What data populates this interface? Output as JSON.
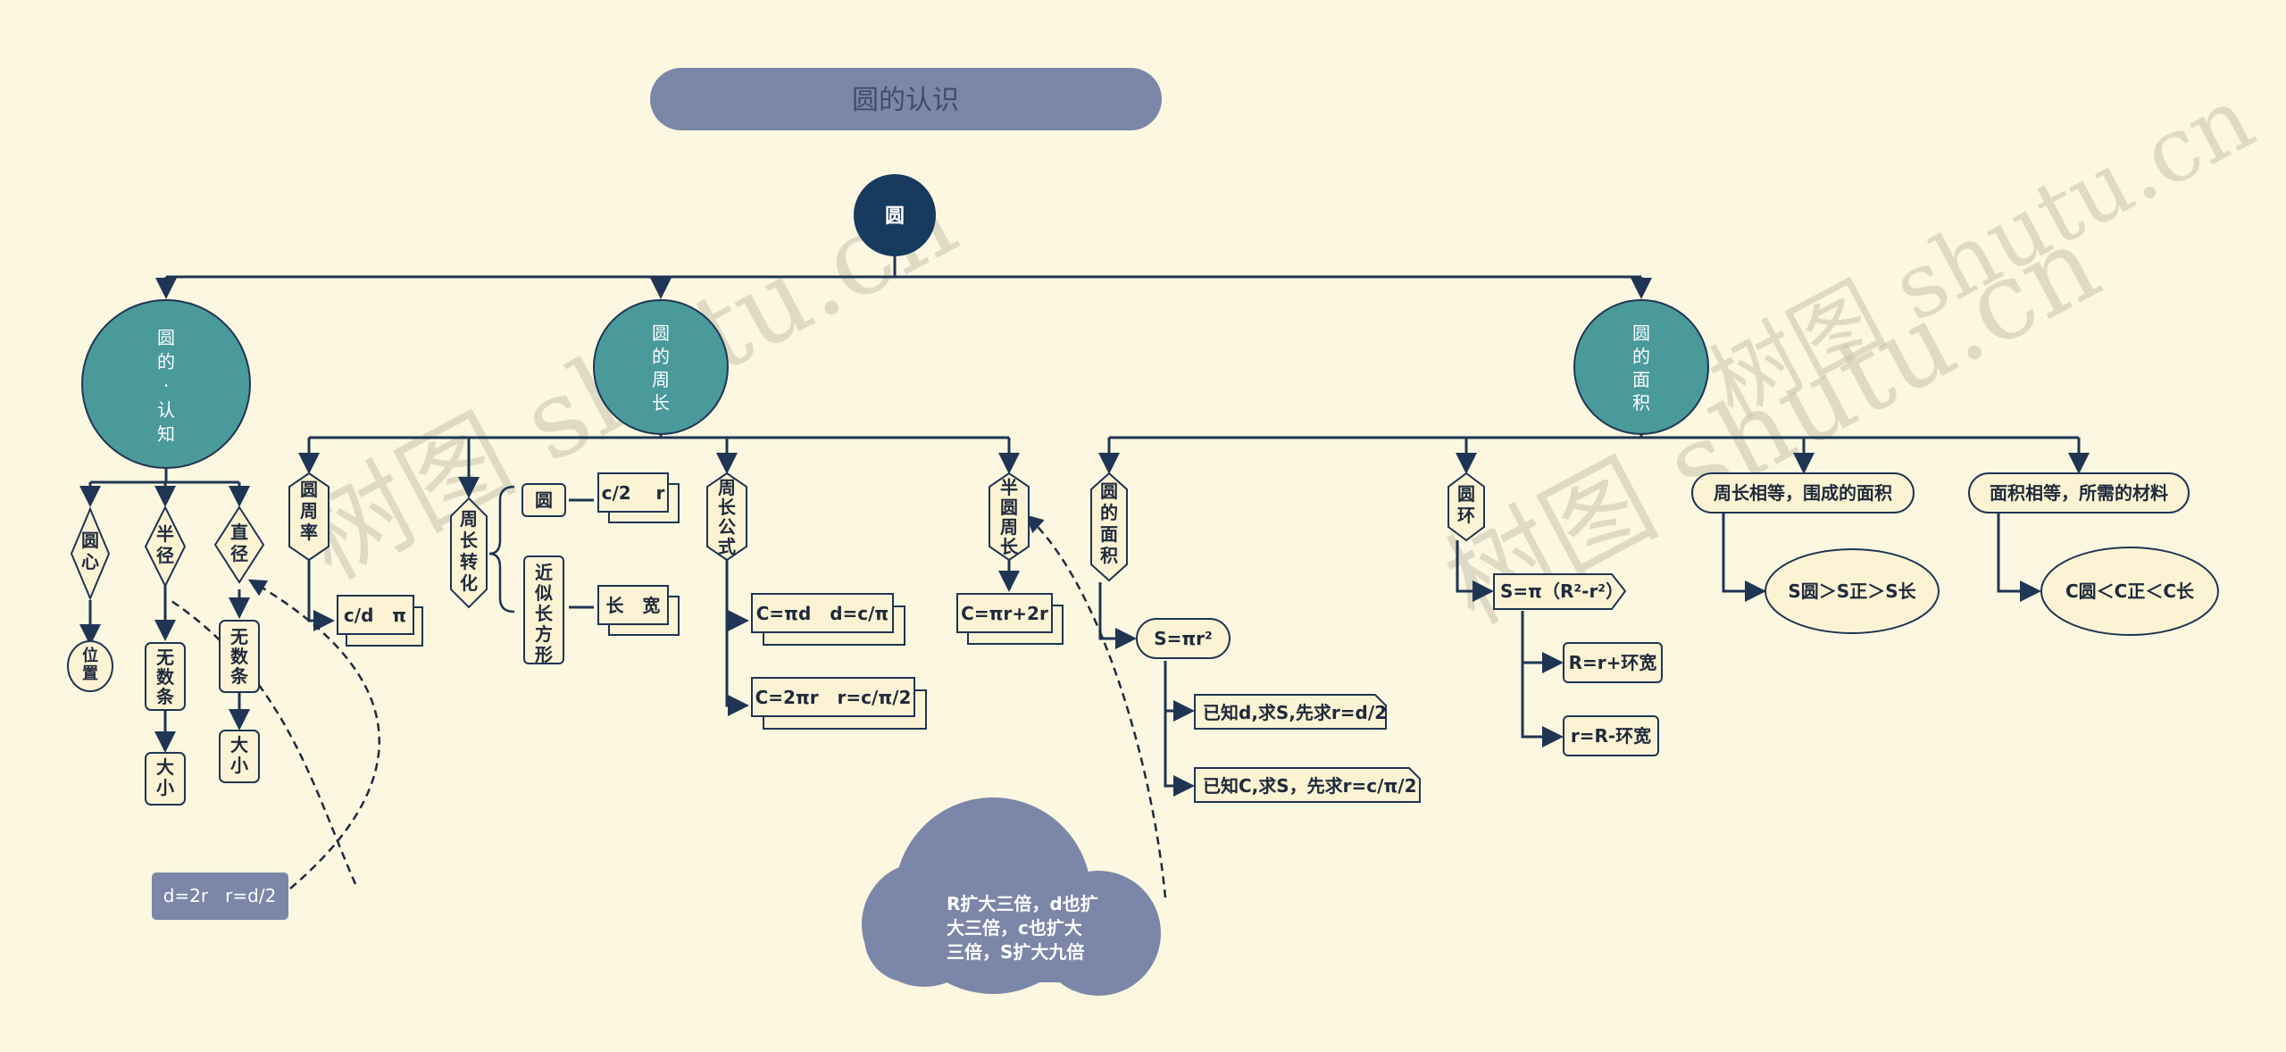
{
  "title": "圆的认识",
  "root": "圆",
  "watermarks": [
    "树图 shutu.cn",
    "树图 shutu.cn",
    "树图 shutu.cn"
  ],
  "branches": {
    "recognize": "圆的·认知",
    "perimeter": "圆的周长",
    "area": "圆的面积"
  },
  "recognize": {
    "center": "圆心",
    "radius": "半径",
    "diameter": "直径",
    "position": "位置",
    "radius_infinite": "无数条",
    "radius_size": "大小",
    "diameter_infinite": "无数条",
    "diameter_size": "大小",
    "relation_note": "d=2r   r=d/2"
  },
  "perimeter": {
    "pi_label": "圆周率",
    "pi_value": "c/d   π",
    "transform": "周长转化",
    "circle": "圆",
    "approx_rect": "近似长方形",
    "half_c_r": "c/2    r",
    "length_width": "长   宽",
    "formula": "周长公式",
    "formula_d": "C=πd   d=c/π",
    "formula_r": "C=2πr   r=c/π/2",
    "semicircle": "半圆周长",
    "semicircle_formula": "C=πr+2r"
  },
  "area": {
    "area_of_circle": "圆的面积",
    "area_formula": "S=πr²",
    "given_d": "已知d,求S,先求r=d/2",
    "given_c": "已知C,求S，先求r=c/π/2",
    "ring": "圆环",
    "ring_formula": "S=π（R²-r²）",
    "ring_outer": "R=r+环宽",
    "ring_inner": "r=R-环宽",
    "equal_perimeter": "周长相等，围成的面积",
    "equal_perimeter_result": "S圆＞S正＞S长",
    "equal_area": "面积相等，所需的材料",
    "equal_area_result": "C圆＜C正＜C长"
  },
  "cloud_note": [
    "R扩大三倍，d也扩",
    "大三倍，c也扩大",
    "三倍，S扩大九倍"
  ],
  "colors": {
    "background": "#fbf7e1",
    "teal": "#4a9a9c",
    "navy": "#173a5e",
    "slate": "#7b86a8",
    "box": "#fbf3d3",
    "line": "#1f3553"
  }
}
